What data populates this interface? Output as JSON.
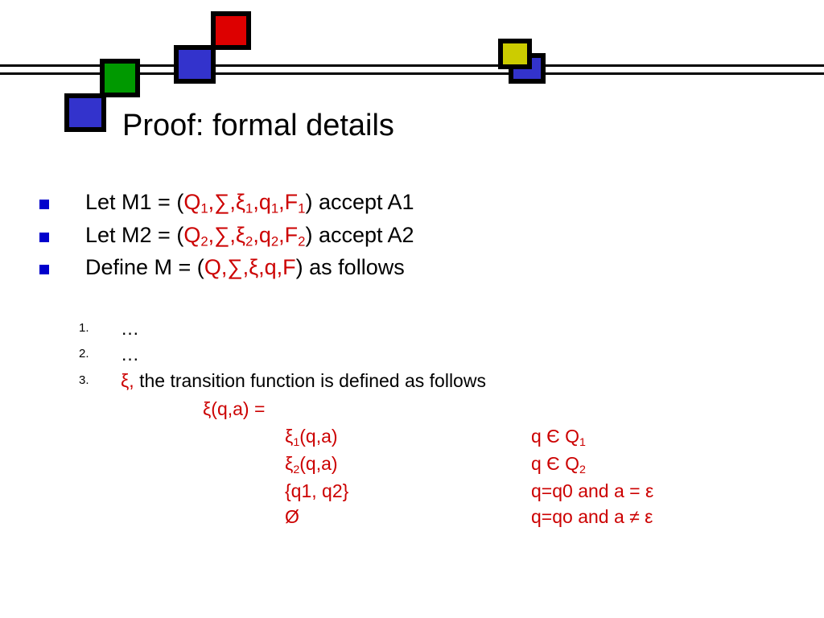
{
  "slide": {
    "title": "Proof: formal details",
    "bullets": [
      {
        "prefix": "Let M1 = (",
        "tuple": [
          {
            "base": "Q",
            "sub": "1"
          },
          {
            "base": ",∑,",
            "sub": ""
          },
          {
            "base": "ξ",
            "sub": "1"
          },
          {
            "base": ",q",
            "sub": "1"
          },
          {
            "base": ",F",
            "sub": "1"
          }
        ],
        "suffix": ") accept A1"
      },
      {
        "prefix": "Let M2 = (",
        "tuple": [
          {
            "base": "Q",
            "sub": "2"
          },
          {
            "base": ",∑,",
            "sub": ""
          },
          {
            "base": "ξ",
            "sub": "2"
          },
          {
            "base": ",q",
            "sub": "2"
          },
          {
            "base": ",F",
            "sub": "2"
          }
        ],
        "suffix": ") accept A2"
      },
      {
        "prefix": "Define M = (",
        "tuple_text": "Q,∑,ξ,q,F",
        "suffix": ") as follows"
      }
    ],
    "steps": [
      {
        "marker": "1.",
        "text": "…"
      },
      {
        "marker": "2.",
        "text": "…"
      },
      {
        "marker": "3.",
        "highlight": "ξ,",
        "text": " the transition function is defined as follows"
      }
    ],
    "definition": {
      "head": "ξ(q,a) =",
      "cases": [
        {
          "value_base": "ξ",
          "value_sub": "1",
          "value_rest": "(q,a)",
          "cond_base": "q Є Q",
          "cond_sub": "1"
        },
        {
          "value_base": "ξ",
          "value_sub": "2",
          "value_rest": "(q,a)",
          "cond_base": "q Є Q",
          "cond_sub": "2"
        },
        {
          "value_base": "{q1, q2}",
          "value_sub": "",
          "value_rest": "",
          "cond_base": "q=q0 and a = ε",
          "cond_sub": ""
        },
        {
          "value_base": "Ø",
          "value_sub": "",
          "value_rest": "",
          "cond_base": "q=qo and a ≠ ε",
          "cond_sub": ""
        }
      ]
    }
  },
  "colors": {
    "accent_red": "#cc0000",
    "bullet_blue": "#0000cc",
    "square_blue": "#3333cc",
    "square_green": "#009900",
    "square_red": "#dd0000",
    "square_yellow": "#cccc00"
  }
}
